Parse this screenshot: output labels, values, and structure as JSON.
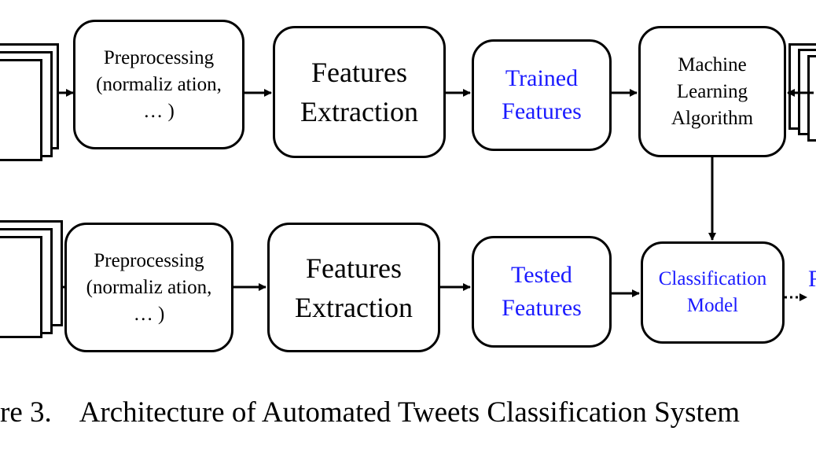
{
  "row1": {
    "preprocessing": "Preprocessing\n(normaliz ation,\n… )",
    "features_extraction": "Features\nExtraction",
    "trained_features": "Trained\nFeatures",
    "ml_algorithm": "Machine\nLearning\nAlgorithm"
  },
  "row2": {
    "preprocessing": "Preprocessing\n(normaliz ation,\n… )",
    "features_extraction": "Features\nExtraction",
    "tested_features": "Tested\nFeatures",
    "classification_model": "Classification\nModel"
  },
  "output_partial": "R",
  "caption": "re 3.    Architecture of Automated Tweets Classification System",
  "colors": {
    "line": "#000000",
    "blue_text": "#1a1aff"
  }
}
